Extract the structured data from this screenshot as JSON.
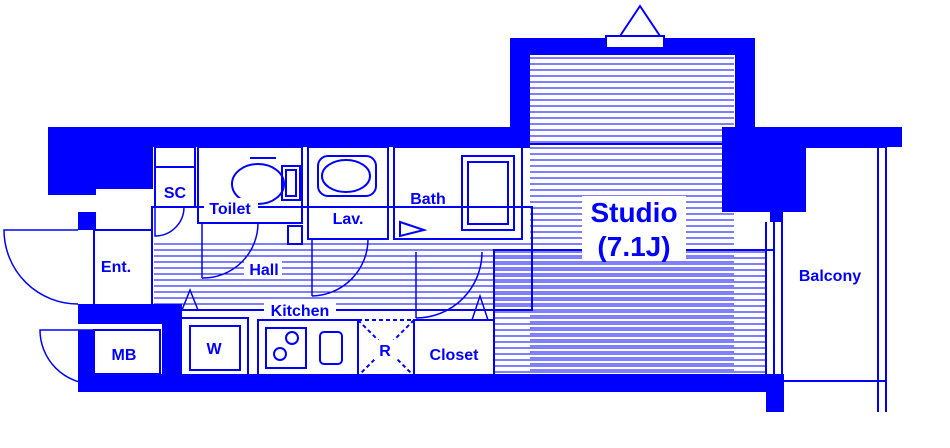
{
  "colors": {
    "wall": "#0000ff",
    "background": "#ffffff"
  },
  "rooms": {
    "studio": {
      "name": "Studio",
      "size": "(7.1J)"
    },
    "balcony": "Balcony",
    "bath": "Bath",
    "lavatory": "Lav.",
    "toilet": "Toilet",
    "shoe_cabinet": "SC",
    "entrance": "Ent.",
    "hall": "Hall",
    "kitchen": "Kitchen",
    "washer": "W",
    "refrigerator": "R",
    "closet": "Closet",
    "meter_box": "MB"
  }
}
